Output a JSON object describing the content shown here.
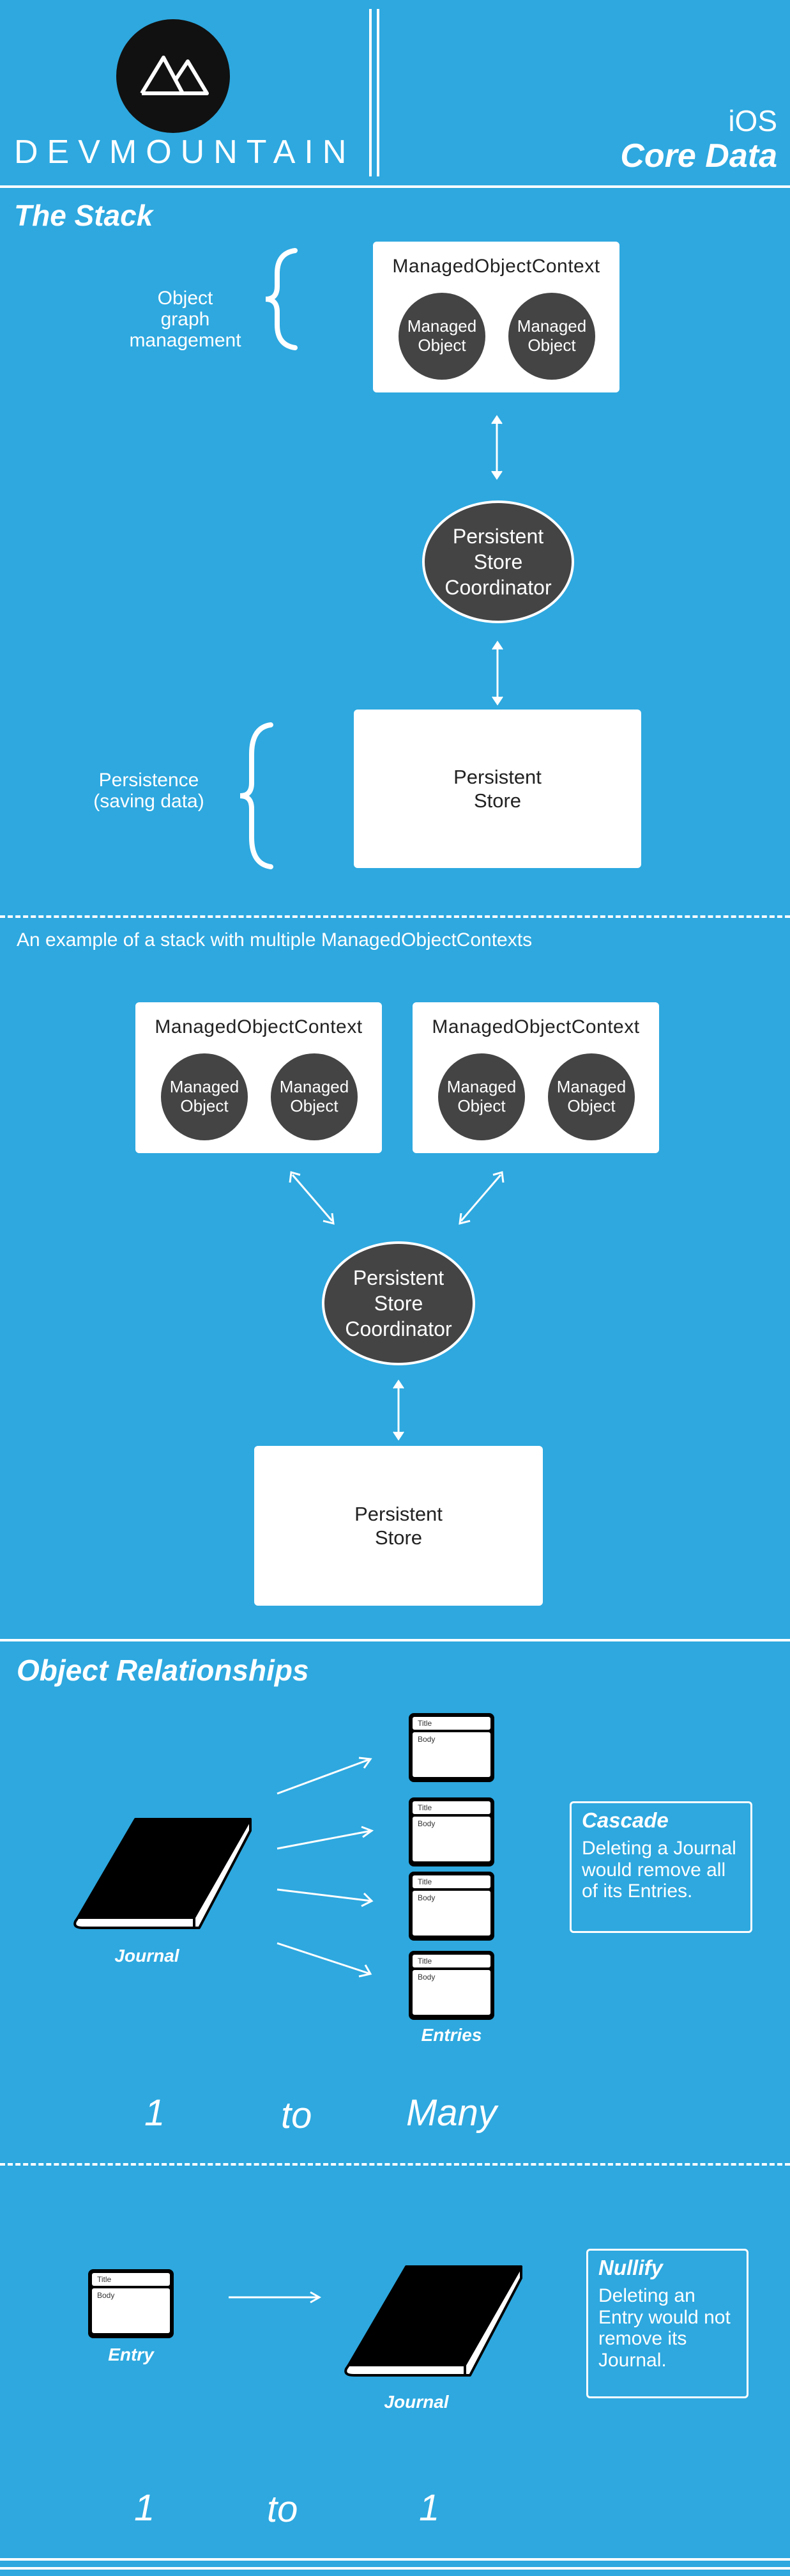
{
  "header": {
    "brand": "DEVMOUNTAIN",
    "platform": "iOS",
    "topic": "Core Data"
  },
  "stack": {
    "title": "The Stack",
    "object_graph_label": "Object\ngraph\nmanagement",
    "persistence_label": "Persistence\n(saving data)",
    "context_title": "ManagedObjectContext",
    "managed_object": "Managed\nObject",
    "coordinator": "Persistent\nStore\nCoordinator",
    "store": "Persistent\nStore"
  },
  "multi": {
    "caption": "An example of a stack with multiple ManagedObjectContexts",
    "context_title": "ManagedObjectContext",
    "managed_object": "Managed\nObject",
    "coordinator": "Persistent\nStore\nCoordinator",
    "store": "Persistent\nStore"
  },
  "relationships": {
    "title": "Object Relationships",
    "entry_title": "Title",
    "entry_body": "Body",
    "journal_label": "Journal",
    "entries_label": "Entries",
    "cascade_title": "Cascade",
    "cascade_text": "Deleting a Journal would remove all of its Entries.",
    "one": "1",
    "to": "to",
    "many": "Many"
  },
  "nullify_section": {
    "entry_label": "Entry",
    "journal_label": "Journal",
    "nullify_title": "Nullify",
    "nullify_text": "Deleting an Entry would not remove its Journal.",
    "one_left": "1",
    "to": "to",
    "one_right": "1"
  }
}
